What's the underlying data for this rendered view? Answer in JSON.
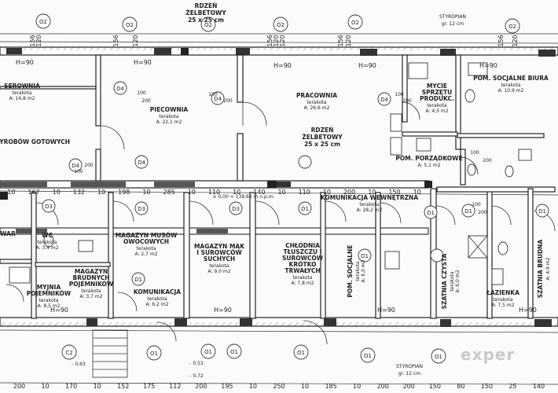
{
  "rooms": [
    {
      "id": "serownia",
      "lines": [
        "SEROWNIA"
      ],
      "sub": [
        "terakota",
        "A: 14,8 m2"
      ]
    },
    {
      "id": "wyrobow",
      "lines": [
        "WYROBÓW GOTOWYCH"
      ],
      "sub": []
    },
    {
      "id": "piecownia",
      "lines": [
        "PIECOWNIA"
      ],
      "sub": [
        "terakota",
        "A: 22,1 m2"
      ]
    },
    {
      "id": "pracownia",
      "lines": [
        "PRACOWNIA"
      ],
      "sub": [
        "terakota",
        "A: 26,6 m2"
      ]
    },
    {
      "id": "mycie",
      "lines": [
        "MYCIE",
        "SPRZĘTU",
        "PRODUKC."
      ],
      "sub": [
        "terakota",
        "A: 4,5 m2"
      ]
    },
    {
      "id": "pom-socjalne-biura",
      "lines": [
        "POM. SOCJALNE BIURA"
      ],
      "sub": [
        "terakota",
        "A: 10,9 m2"
      ]
    },
    {
      "id": "pom-porzadkowe",
      "lines": [
        "POM. PORZĄDKOWE"
      ],
      "sub": [
        "A: 5,1 m2"
      ]
    },
    {
      "id": "komunikacja",
      "lines": [
        "KOMUNIKACJA WEWNĘTRZNA"
      ],
      "sub": [
        "terakota",
        "A: 28,2 m2"
      ]
    },
    {
      "id": "wc",
      "lines": [
        "WC"
      ],
      "sub": [
        "terakota",
        "A: 3,4 m2"
      ]
    },
    {
      "id": "magazyn-musow",
      "lines": [
        "MAGAZYN MUSÓW",
        "OWOCOWYCH"
      ],
      "sub": [
        "terakota",
        "A: 2,7 m2"
      ]
    },
    {
      "id": "magazyn-mak",
      "lines": [
        "MAGAZYN MĄK",
        "I SUROWCÓW",
        "SUCHYCH"
      ],
      "sub": [
        "terakota",
        "A: 9,0 m2"
      ]
    },
    {
      "id": "chlodnia",
      "lines": [
        "CHŁODNIA",
        "TŁUSZCZU I",
        "SUROWCÓW",
        "KRÓTKO",
        "TRWAŁYCH"
      ],
      "sub": [
        "terakota",
        "A: 7,8 m2"
      ]
    },
    {
      "id": "pom-socjalne",
      "lines": [
        "POM. SOCJALNE"
      ],
      "sub": [
        "terakota",
        "A: 6,0 m2"
      ]
    },
    {
      "id": "szatnia-czysta",
      "lines": [
        "SZATNIA CZYSTA"
      ],
      "sub": [
        "terakota",
        "A: 6,0 m2"
      ]
    },
    {
      "id": "lazienka",
      "lines": [
        "ŁAZIENKA"
      ],
      "sub": [
        "terakota",
        "A: 7,5 m2"
      ]
    },
    {
      "id": "szatnia-brudna",
      "lines": [
        "SZATNIA BRUDNA"
      ],
      "sub": [
        "A: 4,9 m2"
      ]
    },
    {
      "id": "myjnia",
      "lines": [
        "MYJNIA",
        "POJEMNIKÓW"
      ],
      "sub": [
        "terakota",
        "A: 8,5 m2"
      ]
    },
    {
      "id": "magazyn-brudnych",
      "lines": [
        "MAGAZYN",
        "BRUDNYCH",
        "POJEMNIKÓW"
      ],
      "sub": [
        "terakota",
        "A: 3,7 m2"
      ]
    },
    {
      "id": "komunikacja-2",
      "lines": [
        "KOMUNIKACJA"
      ],
      "sub": [
        "terakota",
        "A: 6,2 m2"
      ]
    },
    {
      "id": "wc-left",
      "lines": [
        "WAR"
      ],
      "sub": []
    }
  ],
  "annotations": {
    "rdzen_top": [
      "RDZEŃ",
      "ŻELBETOWY",
      "25 x 25 cm"
    ],
    "rdzen_mid": [
      "RDZEŃ",
      "ŻELBETOWY",
      "25 x 25 cm"
    ],
    "styropian_top": [
      "STYROPIAN",
      "gr. 12 cm"
    ],
    "styropian_bottom": [
      "STYROPIAN",
      "gr. 12 cm"
    ],
    "level": "± 0,00 = 139,66 m n.p.m.",
    "level_a": "- 0,63",
    "level_b": "- 0,53",
    "level_c": "- 0,72"
  },
  "dims_bottom": [
    "200",
    "10",
    "170",
    "10",
    "152",
    "175",
    "112",
    "200",
    "195",
    "10",
    "250",
    "10",
    "185",
    "10",
    "200",
    "200",
    "150",
    "80",
    "150",
    "25",
    "140"
  ],
  "dims_mid": [
    "10",
    "167",
    "10",
    "132",
    "10",
    "198",
    "10",
    "285",
    "10",
    "110",
    "10",
    "140",
    "10",
    "110",
    "10",
    "200",
    "10",
    "150",
    "10"
  ],
  "dims_top": [
    "156",
    "120",
    "120",
    "156",
    "120",
    "156",
    "120",
    "156",
    "120",
    "156",
    "120"
  ],
  "window_h": [
    "H=90",
    "H=90",
    "H=90",
    "H=90",
    "H=90",
    "H=90",
    "H=90",
    "H=90",
    "H=90"
  ],
  "bubbles": [
    "O2",
    "O2",
    "O2",
    "O2",
    "O2",
    "O2",
    "D4",
    "D4",
    "D4",
    "D4",
    "D4",
    "D3",
    "D3",
    "D3",
    "D1",
    "D1",
    "D1",
    "D1",
    "D1",
    "D1",
    "O1",
    "O1",
    "O1",
    "O1",
    "O1",
    "O1",
    "C2"
  ],
  "door_notes": {
    "d100": "100",
    "d200": "200",
    "d90": "90",
    "d80": "80"
  },
  "watermark": "exper"
}
